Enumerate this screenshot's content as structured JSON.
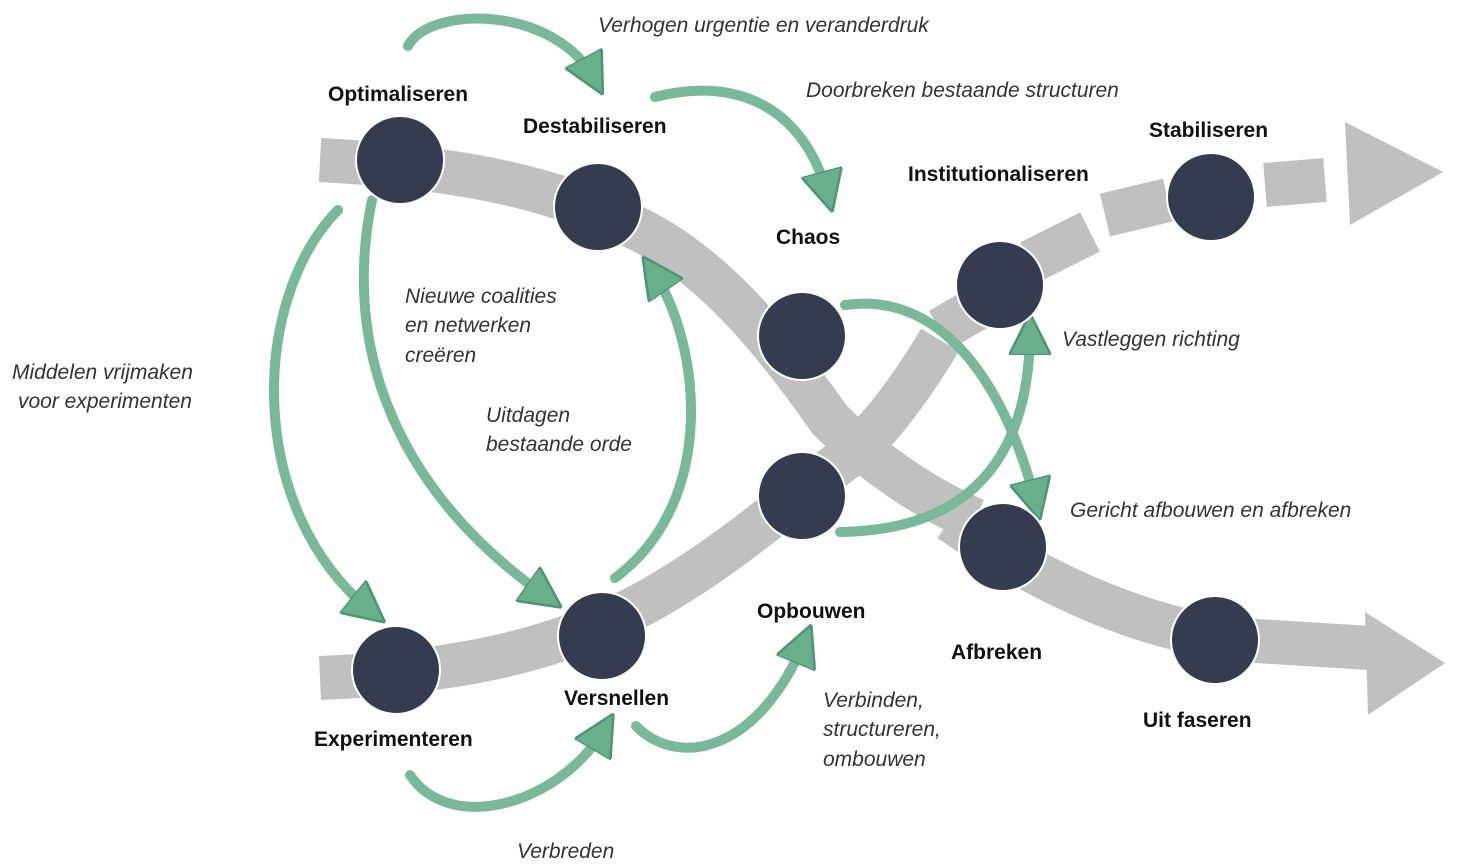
{
  "colors": {
    "node_fill": "#363c50",
    "track": "#c0c0c0",
    "arrow_green": "#7ab89a",
    "arrow_green_dark": "#4f9474",
    "text": "#111111"
  },
  "nodes": {
    "optimaliseren": "Optimaliseren",
    "destabiliseren": "Destabiliseren",
    "chaos": "Chaos",
    "institutionaliseren": "Institutionaliseren",
    "stabiliseren": "Stabiliseren",
    "experimenteren": "Experimenteren",
    "versnellen": "Versnellen",
    "opbouwen": "Opbouwen",
    "afbreken": "Afbreken",
    "uit_faseren": "Uit faseren"
  },
  "activities": {
    "verhogen": "Verhogen urgentie en veranderdruk",
    "doorbreken": "Doorbreken bestaande structuren",
    "middelen": [
      "Middelen vrijmaken",
      "voor experimenten"
    ],
    "coalities": [
      "Nieuwe coalities",
      "en netwerken",
      "creëren"
    ],
    "uitdagen": [
      "Uitdagen",
      "bestaande orde"
    ],
    "vastleggen": "Vastleggen richting",
    "gericht": "Gericht afbouwen en afbreken",
    "verbinden": [
      "Verbinden,",
      "structureren,",
      "ombouwen"
    ],
    "verbreden": "Verbreden"
  }
}
